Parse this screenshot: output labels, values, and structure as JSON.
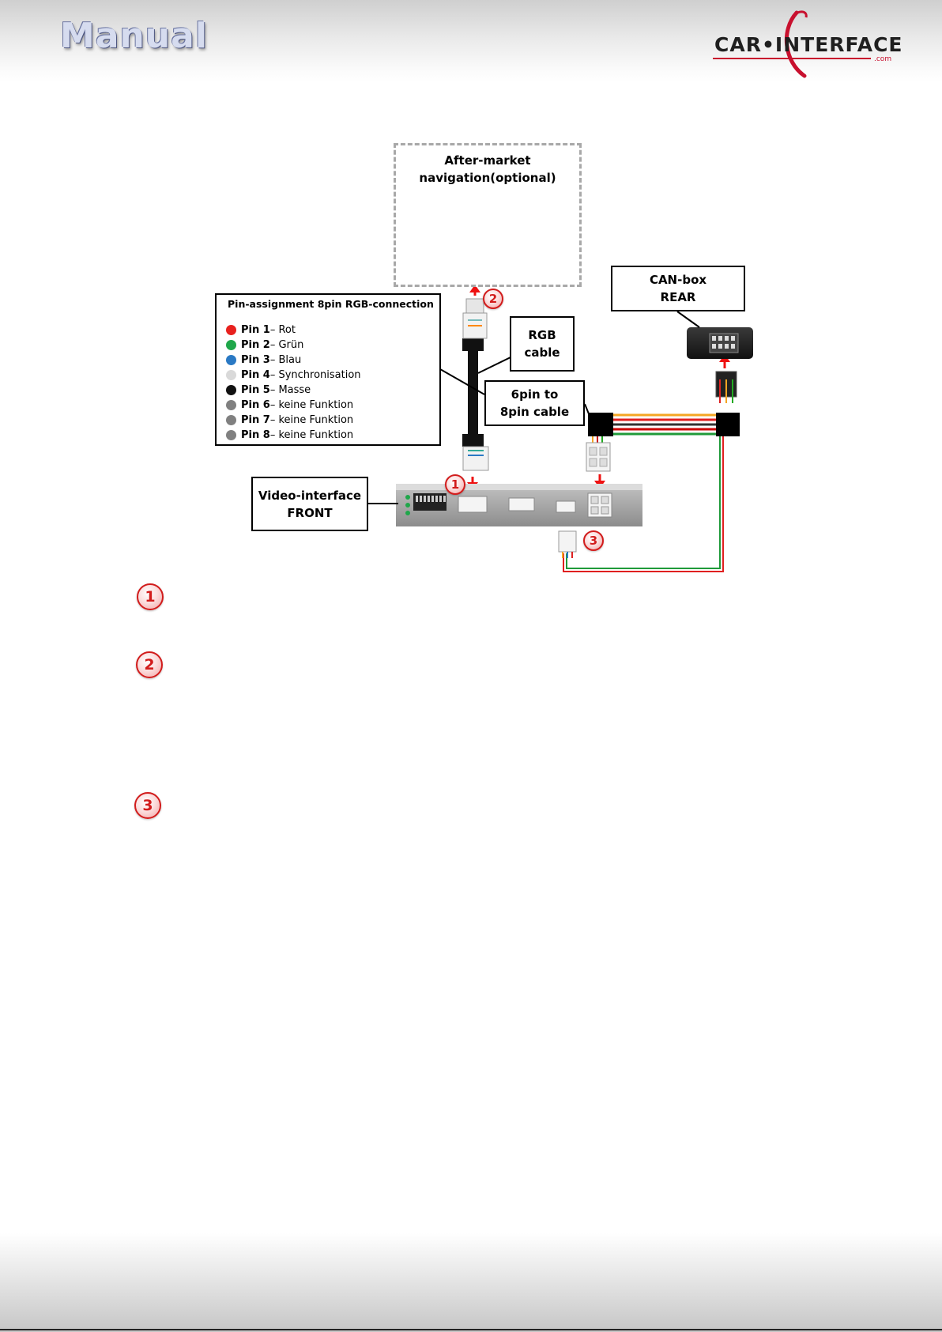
{
  "header": {
    "title": "Manual",
    "logo_text": "CAR•INTERFACE",
    "logo_suffix": ".com"
  },
  "diagram": {
    "navigation_box": {
      "line1": "After-market",
      "line2": "navigation(optional)"
    },
    "can_box": {
      "line1": "CAN-box",
      "line2": "REAR"
    },
    "rgb_cable": {
      "line1": "RGB",
      "line2": "cable"
    },
    "six_to_eight_cable": {
      "line1": "6pin to",
      "line2": "8pin cable"
    },
    "video_interface": {
      "line1": "Video-interface",
      "line2": "FRONT"
    },
    "pin_assignment": {
      "title": "Pin-assignment 8pin RGB-connection",
      "pins": [
        {
          "pin": "Pin 1",
          "desc": " – Rot",
          "color": "#e8211e"
        },
        {
          "pin": "Pin 2",
          "desc": " – Grün",
          "color": "#1fa74a"
        },
        {
          "pin": "Pin 3",
          "desc": " – Blau",
          "color": "#2a79c4"
        },
        {
          "pin": "Pin 4",
          "desc": " – Synchronisation",
          "color": "#d9d9d9"
        },
        {
          "pin": "Pin 5",
          "desc": " – Masse",
          "color": "#111111"
        },
        {
          "pin": "Pin 6",
          "desc": " – keine Funktion",
          "color": "#808080"
        },
        {
          "pin": "Pin 7",
          "desc": " – keine Funktion",
          "color": "#808080"
        },
        {
          "pin": "Pin 8",
          "desc": " – keine Funktion",
          "color": "#808080"
        }
      ]
    },
    "markers": [
      "1",
      "2",
      "3"
    ]
  },
  "steps": [
    {
      "number": "1"
    },
    {
      "number": "2"
    },
    {
      "number": "3"
    }
  ]
}
